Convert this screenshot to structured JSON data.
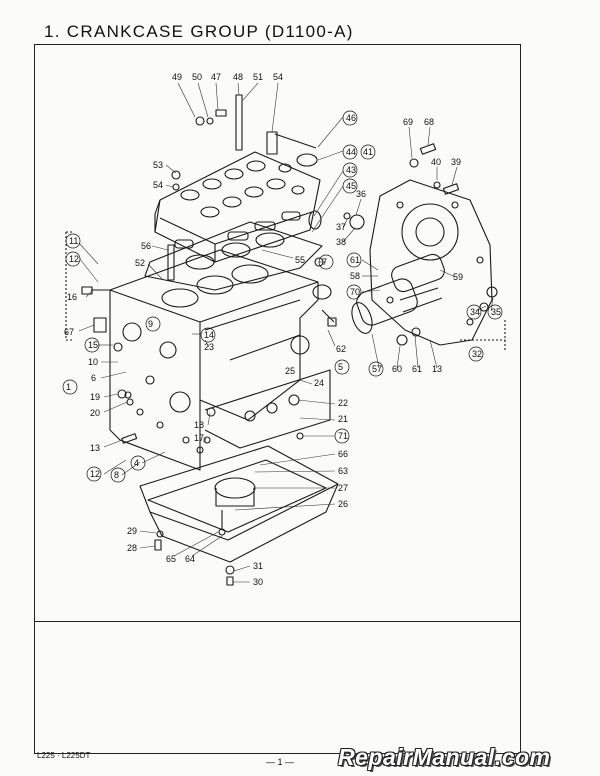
{
  "title": "1. CRANKCASE GROUP (D1100-A)",
  "footer": {
    "model": "L225 · L225DT",
    "page_number": "— 1 —",
    "watermark": "RepairManual.com"
  },
  "callouts": {
    "c1": "1",
    "c4": "4",
    "c5": "5",
    "c6": "6",
    "c7": "7",
    "c8": "8",
    "c9": "9",
    "c10": "10",
    "c11": "11",
    "c12a": "12",
    "c12b": "12",
    "c13a": "13",
    "c13b": "13",
    "c14": "14",
    "c15": "15",
    "c16": "16",
    "c17": "17",
    "c18": "18",
    "c19": "19",
    "c20": "20",
    "c21": "21",
    "c22": "22",
    "c23": "23",
    "c24": "24",
    "c25": "25",
    "c26": "26",
    "c27": "27",
    "c28": "28",
    "c29": "29",
    "c30": "30",
    "c31": "31",
    "c32": "32",
    "c34": "34",
    "c35": "35",
    "c36": "36",
    "c37": "37",
    "c38": "38",
    "c39": "39",
    "c40": "40",
    "c41": "41",
    "c43": "43",
    "c44": "44",
    "c45": "45",
    "c46": "46",
    "c47": "47",
    "c48": "48",
    "c49": "49",
    "c50": "50",
    "c51": "51",
    "c52": "52",
    "c53": "53",
    "c54a": "54",
    "c54b": "54",
    "c55": "55",
    "c56": "56",
    "c57": "57",
    "c58": "58",
    "c59": "59",
    "c60": "60",
    "c61a": "61",
    "c61b": "61",
    "c62": "62",
    "c63": "63",
    "c64": "64",
    "c65": "65",
    "c66": "66",
    "c67": "67",
    "c68": "68",
    "c69": "69",
    "c70": "70",
    "c71": "71"
  }
}
